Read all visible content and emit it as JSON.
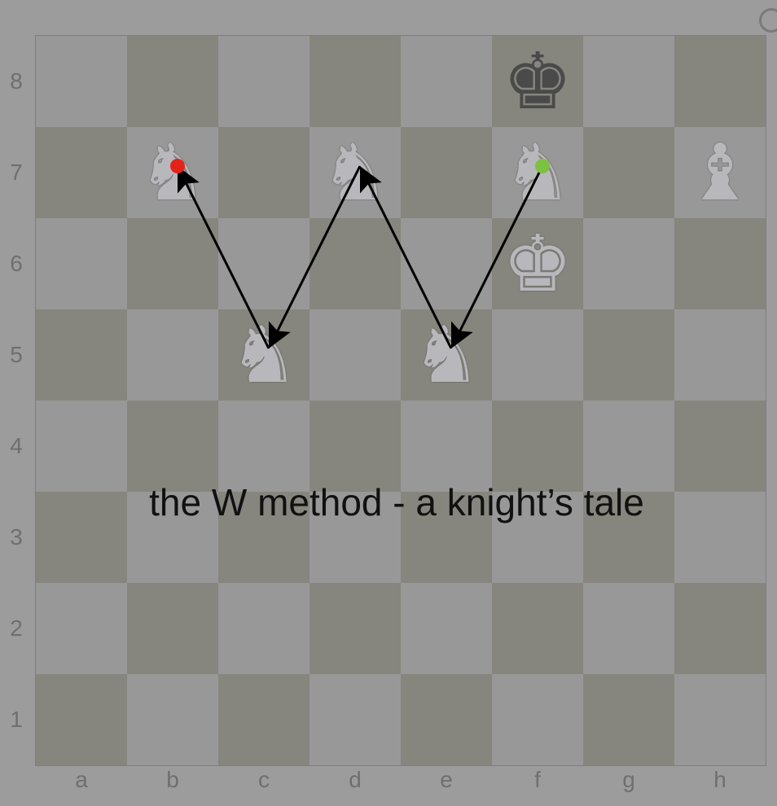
{
  "files": [
    "a",
    "b",
    "c",
    "d",
    "e",
    "f",
    "g",
    "h"
  ],
  "ranks": [
    "8",
    "7",
    "6",
    "5",
    "4",
    "3",
    "2",
    "1"
  ],
  "caption": "the W method - a knight’s tale",
  "colors": {
    "light_square": "#989898",
    "dark_square": "#86867f",
    "start_dot": "#e2231a",
    "end_dot": "#7dc142",
    "arrow": "#000000"
  },
  "pieces": [
    {
      "square": "f8",
      "type": "king",
      "color": "black",
      "glyph": "♚"
    },
    {
      "square": "b7",
      "type": "knight",
      "color": "white",
      "glyph": "♞"
    },
    {
      "square": "d7",
      "type": "knight",
      "color": "white",
      "glyph": "♞"
    },
    {
      "square": "f7",
      "type": "knight",
      "color": "white",
      "glyph": "♞"
    },
    {
      "square": "h7",
      "type": "bishop",
      "color": "white",
      "glyph": "♝"
    },
    {
      "square": "f6",
      "type": "king",
      "color": "white",
      "glyph": "♚"
    },
    {
      "square": "c5",
      "type": "knight",
      "color": "white",
      "glyph": "♞"
    },
    {
      "square": "e5",
      "type": "knight",
      "color": "white",
      "glyph": "♞"
    }
  ],
  "path": [
    "f7",
    "e5",
    "d7",
    "c5",
    "b7"
  ],
  "path_start": "f7",
  "path_end": "b7"
}
